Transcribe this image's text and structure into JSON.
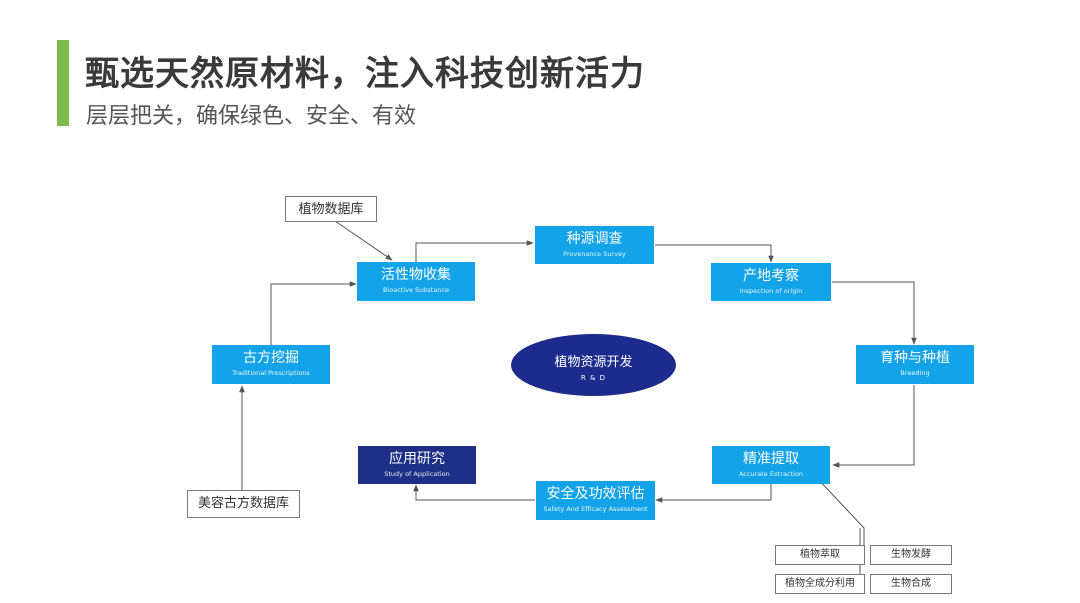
{
  "header": {
    "title": "甄选天然原材料，注入科技创新活力",
    "subtitle": "层层把关，确保绿色、安全、有效"
  },
  "colors": {
    "accent": "#7dbb4c",
    "node_light": "#13a3e8",
    "node_dark": "#1d2f86",
    "center": "#1d2b8c",
    "arrow": "#555555"
  },
  "diagram": {
    "center": {
      "zh": "植物资源开发",
      "en": "R & D"
    },
    "nodes": {
      "bioactive": {
        "zh": "活性物收集",
        "en": "Bioactive Substance"
      },
      "provenance": {
        "zh": "种源调查",
        "en": "Provenance Survey"
      },
      "inspection": {
        "zh": "产地考察",
        "en": "Inspection of origin"
      },
      "breeding": {
        "zh": "育种与种植",
        "en": "Breeding"
      },
      "extraction": {
        "zh": "精准提取",
        "en": "Accurate Extraction"
      },
      "safety": {
        "zh": "安全及功效评估",
        "en": "Safety And Efficacy Assessment"
      },
      "application": {
        "zh": "应用研究",
        "en": "Study of Application"
      },
      "traditional": {
        "zh": "古方挖掘",
        "en": "Traditional Prescriptions"
      }
    },
    "databases": {
      "plant_db": "植物数据库",
      "beauty_db": "美容古方数据库"
    },
    "methods": {
      "plant_extraction": "植物萃取",
      "fermentation": "生物发酵",
      "whole_component": "植物全成分利用",
      "biosynthesis": "生物合成"
    }
  }
}
